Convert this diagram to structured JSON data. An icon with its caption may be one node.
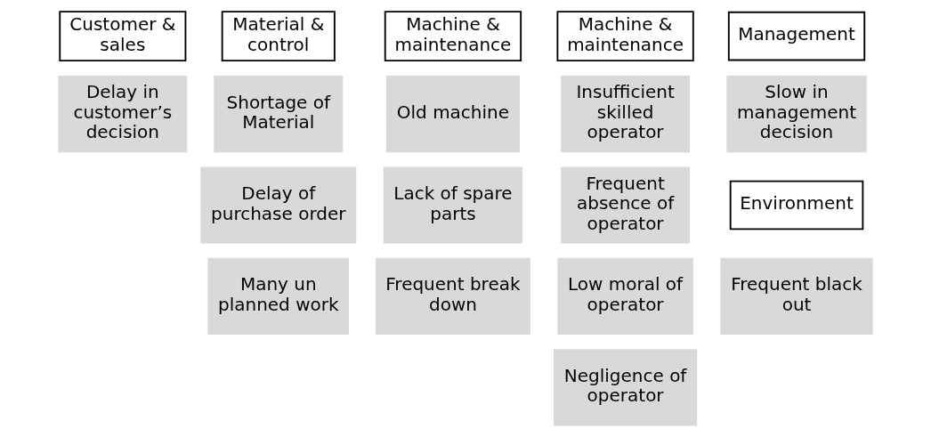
{
  "diagram": {
    "nodes": [
      {
        "text": [
          "Customer & sales"
        ]
      },
      {
        "text": [
          "Delay in customer’s decision"
        ]
      },
      {
        "text": [
          "Material & control"
        ]
      },
      {
        "text": [
          "Shortage of Material"
        ]
      },
      {
        "text": [
          "Delay of purchase order"
        ]
      },
      {
        "text": [
          "Many un planned work"
        ]
      },
      {
        "text": [
          "Machine & maintenance"
        ]
      },
      {
        "text": [
          "Old machine"
        ]
      },
      {
        "text": [
          "Lack of spare parts"
        ]
      },
      {
        "text": [
          "Frequent break down"
        ]
      },
      {
        "text": [
          "Machine & maintenance"
        ]
      },
      {
        "text": [
          "Insufficient skilled operator"
        ]
      },
      {
        "text": [
          "Frequent absence of operator"
        ]
      },
      {
        "text": [
          "Low moral of operator"
        ]
      },
      {
        "text": [
          "Negligence of operator"
        ]
      },
      {
        "text": [
          "Management"
        ]
      },
      {
        "text": [
          "Slow in management decision"
        ]
      },
      {
        "text": [
          "Environment"
        ]
      },
      {
        "text": [
          "Frequent black out"
        ]
      }
    ]
  }
}
